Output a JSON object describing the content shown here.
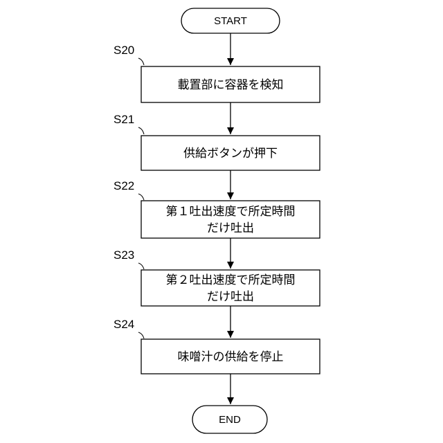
{
  "flowchart": {
    "start": "START",
    "end": "END",
    "steps": [
      {
        "id": "S20",
        "lines": [
          "載置部に容器を検知"
        ]
      },
      {
        "id": "S21",
        "lines": [
          "供給ボタンが押下"
        ]
      },
      {
        "id": "S22",
        "lines": [
          "第１吐出速度で所定時間",
          "だけ吐出"
        ]
      },
      {
        "id": "S23",
        "lines": [
          "第２吐出速度で所定時間",
          "だけ吐出"
        ]
      },
      {
        "id": "S24",
        "lines": [
          "味噌汁の供給を停止"
        ]
      }
    ]
  }
}
